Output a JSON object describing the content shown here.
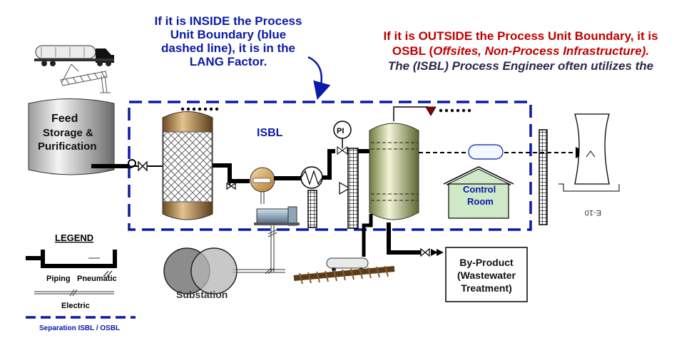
{
  "inside_note": {
    "line1": "If it is INSIDE the Process",
    "line2": "Unit Boundary (blue",
    "line3": "dashed line), it is in the",
    "line4": "LANG Factor."
  },
  "outside_note": {
    "line1": "If it is OUTSIDE the Process Unit Boundary, it is",
    "line2_prefix": "OSBL (",
    "line2_italic": "Offsites, Non-Process Infrastructure).",
    "line3": "The (ISBL) Process Engineer often utilizes the"
  },
  "labels": {
    "isbl": "ISBL",
    "feed_line1": "Feed",
    "feed_line2": "Storage &",
    "feed_line3": "Purification",
    "pi": "PI",
    "control_room_line1": "Control",
    "control_room_line2": "Room",
    "byproduct_line1": "By-Product",
    "byproduct_line2": "(Wastewater",
    "byproduct_line3": "Treatment)",
    "substation": "Substation",
    "cooling_tower_tag": "E-10"
  },
  "legend": {
    "title": "LEGEND",
    "piping": "Piping",
    "pneumatic": "Pneumatic",
    "electric": "Electric",
    "separation": "Separation ISBL / OSBL"
  },
  "colors": {
    "boundary": "#0a1aa8",
    "inside_text": "#0a1aa8",
    "outside_text": "#c00000",
    "pipe": "#000000",
    "control_room": "#cfe8c8"
  }
}
